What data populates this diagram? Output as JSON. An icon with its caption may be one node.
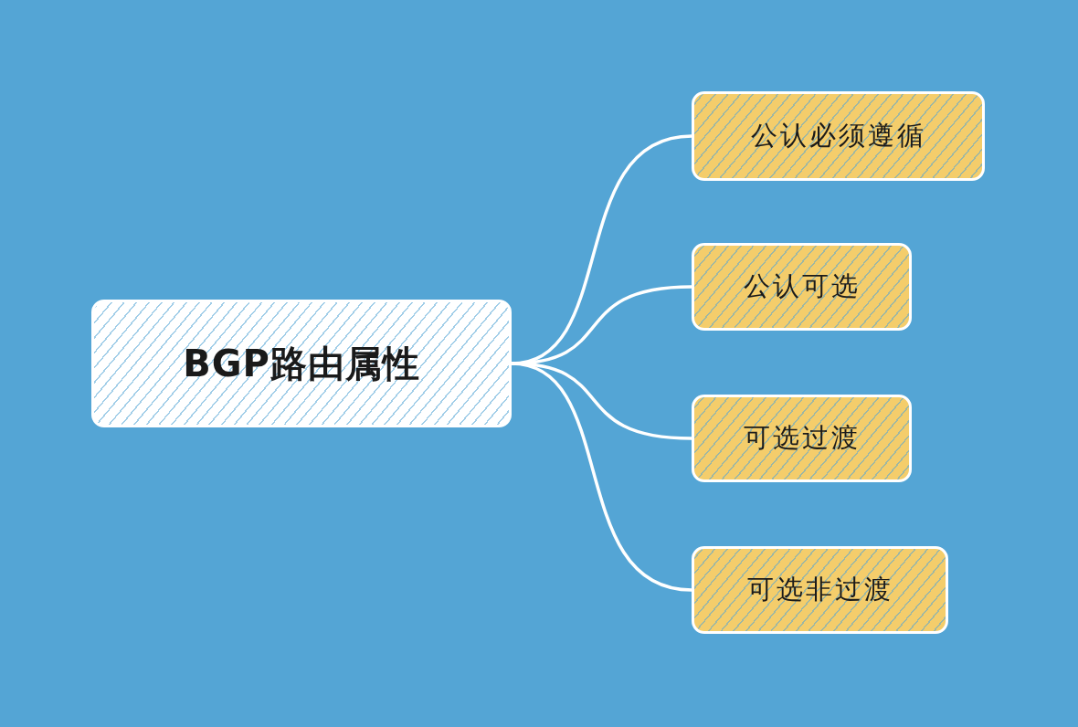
{
  "diagram": {
    "nodes": [
      {
        "text": [
          "BGP路由属性"
        ]
      },
      {
        "text": [
          "公认必须遵循"
        ]
      },
      {
        "text": [
          "公认可选"
        ]
      },
      {
        "text": [
          "可选过渡"
        ]
      },
      {
        "text": [
          "可选非过渡"
        ]
      }
    ],
    "edges": [
      {
        "from": 0,
        "to": 1,
        "arrow": "none"
      },
      {
        "from": 0,
        "to": 2,
        "arrow": "none"
      },
      {
        "from": 0,
        "to": 3,
        "arrow": "none"
      },
      {
        "from": 0,
        "to": 4,
        "arrow": "none"
      }
    ]
  }
}
